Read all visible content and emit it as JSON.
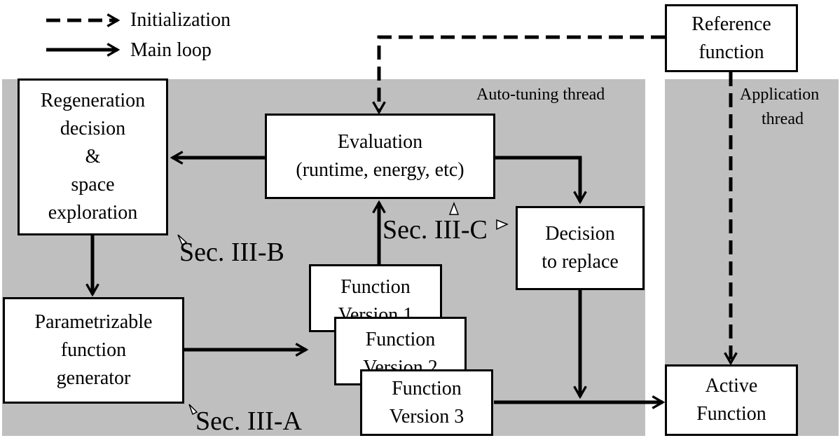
{
  "legend": {
    "initialization": "Initialization",
    "main_loop": "Main loop"
  },
  "threads": {
    "auto_tuning": "Auto-tuning thread",
    "application_line1": "Application",
    "application_line2": "thread"
  },
  "boxes": {
    "reference": [
      "Reference",
      "function"
    ],
    "regeneration": [
      "Regeneration",
      "decision",
      "&",
      "space",
      "exploration"
    ],
    "evaluation": [
      "Evaluation",
      "(runtime, energy, etc)"
    ],
    "generator": [
      "Parametrizable",
      "function",
      "generator"
    ],
    "version1": [
      "Function",
      "Version 1"
    ],
    "version2": [
      "Function",
      "Version 2"
    ],
    "version3": [
      "Function",
      "Version 3"
    ],
    "decision": [
      "Decision",
      "to replace"
    ],
    "active": [
      "Active",
      "Function"
    ]
  },
  "sections": {
    "b": "Sec. III-B",
    "c": "Sec. III-C",
    "a": "Sec. III-A"
  }
}
